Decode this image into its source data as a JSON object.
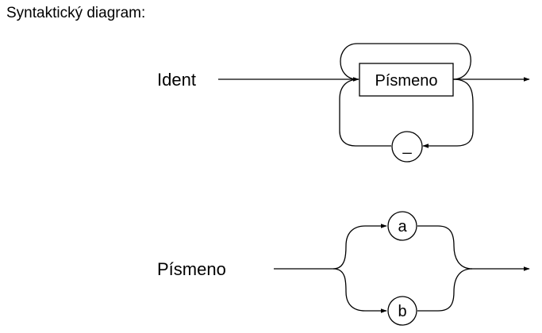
{
  "heading": "Syntaktický diagram:",
  "diagrams": [
    {
      "rule_name": "Ident",
      "nonterminal": "Písmeno",
      "loop_terminal": "_"
    },
    {
      "rule_name": "Písmeno",
      "terminals": [
        "a",
        "b"
      ]
    }
  ],
  "colors": {
    "line": "#000000",
    "background": "#ffffff"
  }
}
